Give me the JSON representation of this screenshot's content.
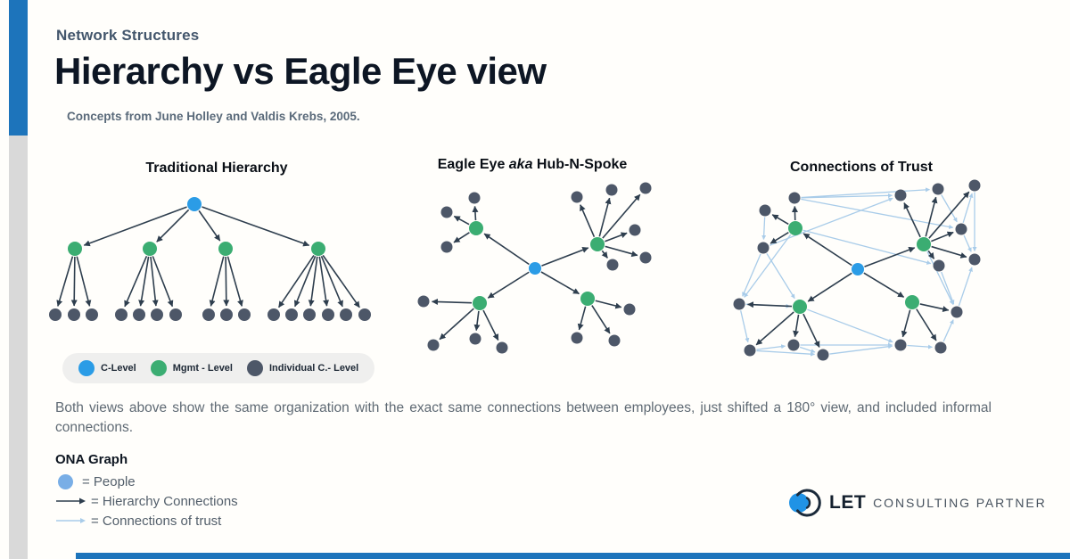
{
  "page": {
    "kicker": "Network Structures",
    "title": "Hierarchy vs Eagle Eye view",
    "subtitle": "Concepts from June Holley and Valdis Krebs, 2005.",
    "paragraph": "Both views above show the same organization with the exact same connections between employees, just shifted a 180° view, and included informal connections."
  },
  "colors": {
    "accent_blue": "#1d74bb",
    "bar_gray": "#d9d9d9",
    "node_blue": "#2b9ce6",
    "node_green": "#3bad72",
    "node_dark": "#4d5768",
    "edge_dark": "#2e3e4e",
    "edge_trust": "#a9cce9",
    "people_blue": "#79aee6",
    "pill_bg": "#efefee",
    "logo_blue": "#2093e6",
    "logo_navy": "#1b2a3a"
  },
  "diagrams": [
    {
      "title": "Traditional Hierarchy",
      "radii": {
        "b": 8,
        "g": 8,
        "d": 7
      },
      "nodes": [
        [
          170,
          29,
          "b"
        ],
        [
          36,
          79,
          "g"
        ],
        [
          120,
          79,
          "g"
        ],
        [
          205,
          79,
          "g"
        ],
        [
          309,
          79,
          "g"
        ],
        [
          14,
          153,
          "d"
        ],
        [
          35,
          153,
          "d"
        ],
        [
          55,
          153,
          "d"
        ],
        [
          88,
          153,
          "d"
        ],
        [
          108,
          153,
          "d"
        ],
        [
          128,
          153,
          "d"
        ],
        [
          149,
          153,
          "d"
        ],
        [
          186,
          153,
          "d"
        ],
        [
          206,
          153,
          "d"
        ],
        [
          226,
          153,
          "d"
        ],
        [
          259,
          153,
          "d"
        ],
        [
          279,
          153,
          "d"
        ],
        [
          299,
          153,
          "d"
        ],
        [
          320,
          153,
          "d"
        ],
        [
          340,
          153,
          "d"
        ],
        [
          361,
          153,
          "d"
        ]
      ],
      "edges": [
        [
          0,
          1
        ],
        [
          0,
          2
        ],
        [
          0,
          3
        ],
        [
          0,
          4
        ],
        [
          1,
          5
        ],
        [
          1,
          6
        ],
        [
          1,
          7
        ],
        [
          2,
          8
        ],
        [
          2,
          9
        ],
        [
          2,
          10
        ],
        [
          2,
          11
        ],
        [
          3,
          12
        ],
        [
          3,
          13
        ],
        [
          3,
          14
        ],
        [
          4,
          15
        ],
        [
          4,
          16
        ],
        [
          4,
          17
        ],
        [
          4,
          18
        ],
        [
          4,
          19
        ],
        [
          4,
          20
        ]
      ]
    },
    {
      "title_pre": "Eagle Eye ",
      "title_italic": "aka",
      "title_post": " Hub-N-Spoke",
      "radii": {
        "b": 7,
        "g": 8,
        "d": 6.5
      },
      "nodes": [
        [
          145,
          101,
          "b"
        ],
        [
          79,
          56,
          "g"
        ],
        [
          215,
          74,
          "g"
        ],
        [
          83,
          140,
          "g"
        ],
        [
          204,
          135,
          "g"
        ],
        [
          77,
          22,
          "d"
        ],
        [
          46,
          38,
          "d"
        ],
        [
          46,
          77,
          "d"
        ],
        [
          192,
          21,
          "d"
        ],
        [
          231,
          13,
          "d"
        ],
        [
          269,
          11,
          "d"
        ],
        [
          257,
          58,
          "d"
        ],
        [
          269,
          89,
          "d"
        ],
        [
          232,
          97,
          "d"
        ],
        [
          20,
          138,
          "d"
        ],
        [
          31,
          187,
          "d"
        ],
        [
          78,
          180,
          "d"
        ],
        [
          108,
          190,
          "d"
        ],
        [
          251,
          147,
          "d"
        ],
        [
          192,
          179,
          "d"
        ],
        [
          234,
          182,
          "d"
        ]
      ],
      "edges": [
        [
          0,
          1
        ],
        [
          0,
          2
        ],
        [
          0,
          3
        ],
        [
          0,
          4
        ],
        [
          1,
          5
        ],
        [
          1,
          6
        ],
        [
          1,
          7
        ],
        [
          2,
          8
        ],
        [
          2,
          9
        ],
        [
          2,
          10
        ],
        [
          2,
          11
        ],
        [
          2,
          12
        ],
        [
          2,
          13
        ],
        [
          3,
          14
        ],
        [
          3,
          15
        ],
        [
          3,
          16
        ],
        [
          3,
          17
        ],
        [
          4,
          18
        ],
        [
          4,
          19
        ],
        [
          4,
          20
        ]
      ]
    },
    {
      "title": "Connections of Trust",
      "radii": {
        "b": 7,
        "g": 8,
        "d": 6.5
      },
      "nodes": [
        [
          157,
          107,
          "b"
        ],
        [
          87,
          61,
          "g"
        ],
        [
          231,
          79,
          "g"
        ],
        [
          92,
          149,
          "g"
        ],
        [
          218,
          144,
          "g"
        ],
        [
          53,
          41,
          "d"
        ],
        [
          86,
          27,
          "d"
        ],
        [
          205,
          24,
          "d"
        ],
        [
          247,
          17,
          "d"
        ],
        [
          288,
          13,
          "d"
        ],
        [
          273,
          62,
          "d"
        ],
        [
          248,
          103,
          "d"
        ],
        [
          288,
          96,
          "d"
        ],
        [
          51,
          83,
          "d"
        ],
        [
          24,
          146,
          "d"
        ],
        [
          36,
          198,
          "d"
        ],
        [
          85,
          192,
          "d"
        ],
        [
          118,
          203,
          "d"
        ],
        [
          205,
          192,
          "d"
        ],
        [
          250,
          195,
          "d"
        ],
        [
          268,
          155,
          "d"
        ]
      ],
      "edges": [
        [
          6,
          8,
          "t"
        ],
        [
          6,
          7,
          "t"
        ],
        [
          6,
          10,
          "t"
        ],
        [
          5,
          13,
          "t"
        ],
        [
          13,
          14,
          "t"
        ],
        [
          14,
          15,
          "t"
        ],
        [
          15,
          16,
          "t"
        ],
        [
          16,
          17,
          "t"
        ],
        [
          15,
          17,
          "t"
        ],
        [
          17,
          18,
          "t"
        ],
        [
          18,
          19,
          "t"
        ],
        [
          19,
          20,
          "t"
        ],
        [
          20,
          12,
          "t"
        ],
        [
          10,
          9,
          "t"
        ],
        [
          10,
          12,
          "t"
        ],
        [
          8,
          10,
          "t"
        ],
        [
          1,
          14,
          "t"
        ],
        [
          13,
          3,
          "t"
        ],
        [
          13,
          7,
          "t"
        ],
        [
          1,
          11,
          "t"
        ],
        [
          3,
          18,
          "t"
        ],
        [
          2,
          20,
          "t"
        ],
        [
          11,
          20,
          "t"
        ],
        [
          16,
          18,
          "t"
        ],
        [
          9,
          12,
          "t"
        ],
        [
          14,
          3,
          "t"
        ],
        [
          0,
          1
        ],
        [
          0,
          2
        ],
        [
          0,
          3
        ],
        [
          0,
          4
        ],
        [
          1,
          6
        ],
        [
          1,
          5
        ],
        [
          1,
          13
        ],
        [
          2,
          7
        ],
        [
          2,
          8
        ],
        [
          2,
          9
        ],
        [
          2,
          10
        ],
        [
          2,
          11
        ],
        [
          2,
          12
        ],
        [
          3,
          14
        ],
        [
          3,
          15
        ],
        [
          3,
          16
        ],
        [
          3,
          17
        ],
        [
          4,
          18
        ],
        [
          4,
          19
        ],
        [
          4,
          20
        ]
      ]
    }
  ],
  "node_legend": {
    "items": [
      {
        "label": "C-Level",
        "color_key": "node_blue"
      },
      {
        "label": "Mgmt - Level",
        "color_key": "node_green"
      },
      {
        "label": "Individual C.- Level",
        "color_key": "node_dark"
      }
    ]
  },
  "ona": {
    "heading": "ONA Graph",
    "people_label": "= People",
    "hierarchy_label": "= Hierarchy Connections",
    "trust_label": "= Connections of trust"
  },
  "logo": {
    "name": "LET",
    "tagline": "CONSULTING PARTNER"
  }
}
